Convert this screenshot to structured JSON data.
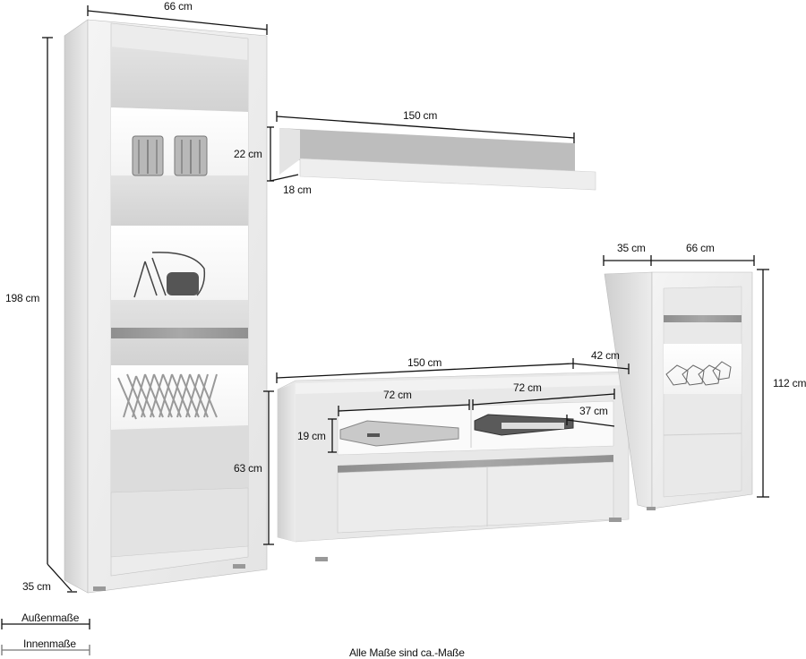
{
  "diagram": {
    "type": "furniture-dimension-drawing",
    "pieces": [
      {
        "name": "Vitrine (tall display cabinet)",
        "dimensions": {
          "width": "66 cm",
          "height": "198 cm",
          "depth": "35 cm",
          "glass_shelf_height": "22 cm",
          "lower_door_height": "63 cm"
        }
      },
      {
        "name": "Wall shelf",
        "dimensions": {
          "width": "150 cm",
          "height": "22 cm",
          "depth": "18 cm"
        }
      },
      {
        "name": "TV-Lowboard",
        "dimensions": {
          "width": "150 cm",
          "depth": "42 cm",
          "inner_compartment_width_left": "72 cm",
          "inner_compartment_width_right": "72 cm",
          "inner_compartment_height": "19 cm",
          "inner_compartment_depth": "37 cm"
        }
      },
      {
        "name": "Highboard (small display cabinet)",
        "dimensions": {
          "width": "66 cm",
          "depth": "35 cm",
          "height": "112 cm"
        }
      }
    ]
  },
  "labels": {
    "tall_width": "66 cm",
    "tall_height": "198 cm",
    "tall_depth": "35 cm",
    "tall_shelf": "22 cm",
    "tall_lower": "63 cm",
    "shelf_width": "150 cm",
    "shelf_depth": "18 cm",
    "tv_width": "150 cm",
    "tv_depth": "42 cm",
    "tv_inner_left": "72 cm",
    "tv_inner_right": "72 cm",
    "tv_inner_height": "19 cm",
    "tv_inner_depth": "37 cm",
    "small_depth": "35 cm",
    "small_width": "66 cm",
    "small_height": "112 cm"
  },
  "legend": {
    "outer": "Außenmaße",
    "inner": "Innenmaße",
    "outer_color": "#111111",
    "inner_color": "#777777"
  },
  "footnote": "Alle Maße sind ca.-Maße"
}
